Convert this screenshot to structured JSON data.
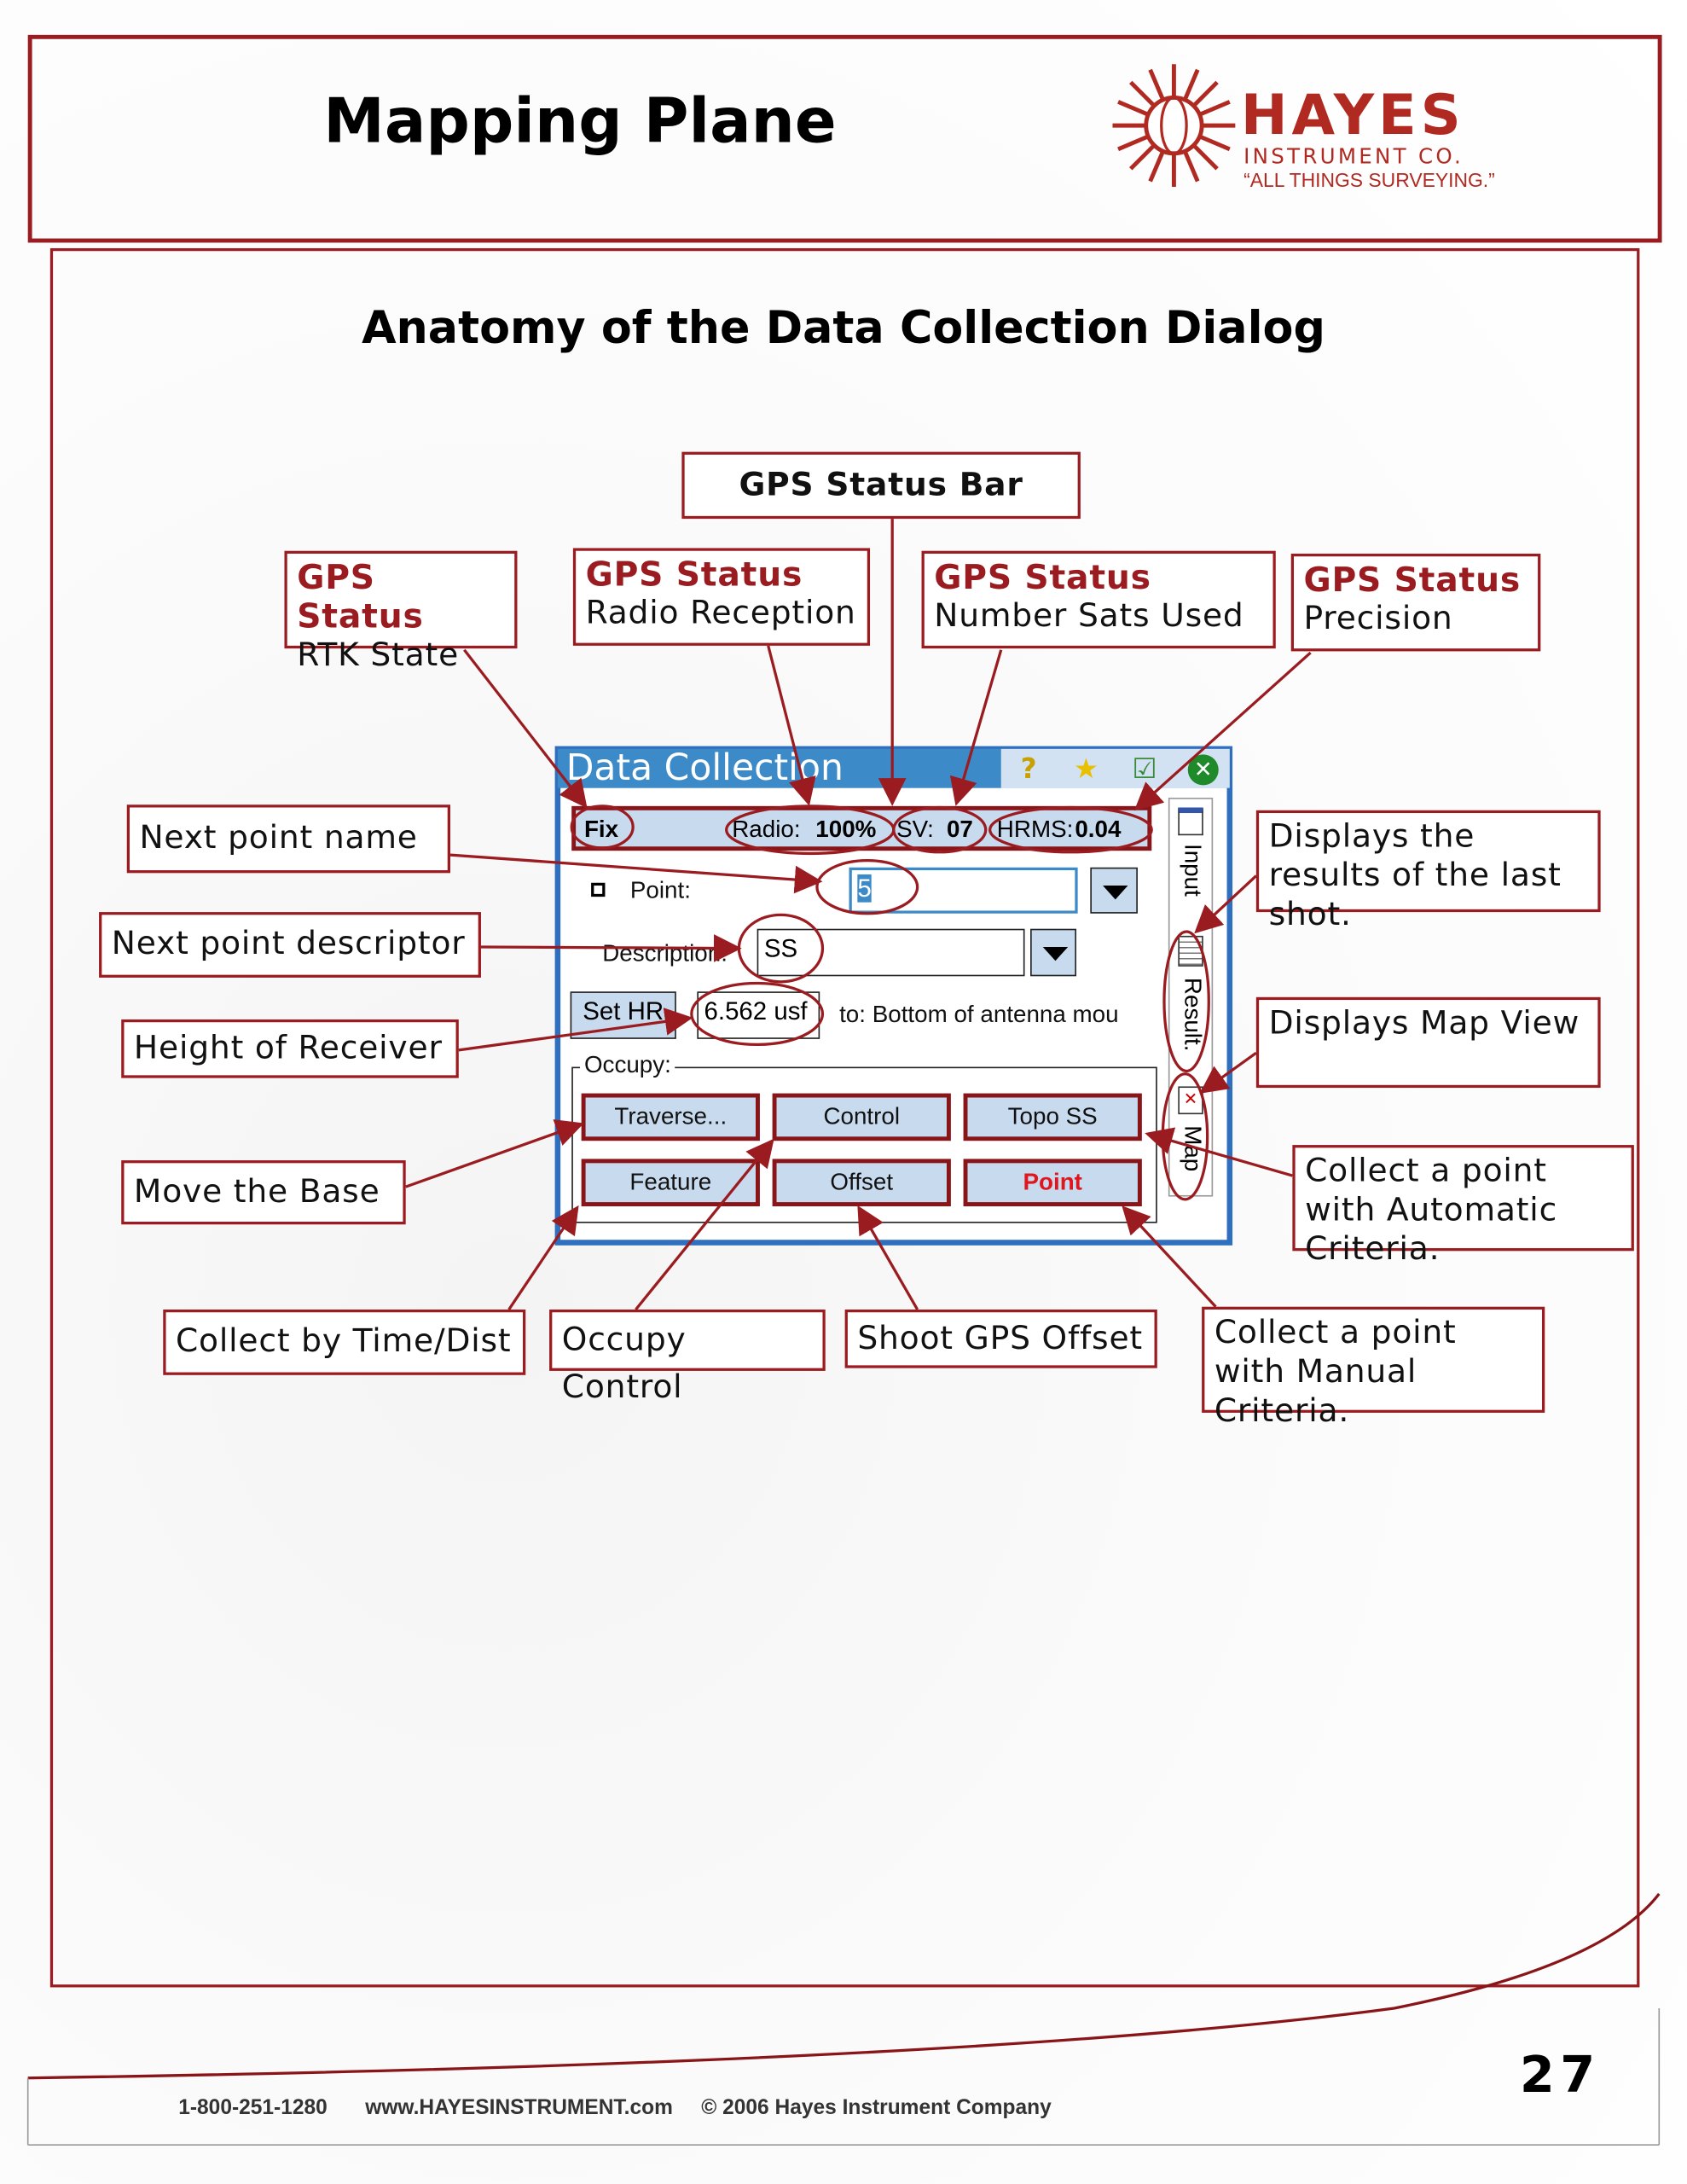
{
  "header": {
    "title": "Mapping Plane",
    "logo": {
      "name": "HAYES",
      "sub": "INSTRUMENT CO.",
      "tagline": "“ALL THINGS SURVEYING.”"
    }
  },
  "subtitle": "Anatomy of the Data Collection Dialog",
  "callouts": {
    "status_bar": "GPS Status Bar",
    "rtk": {
      "head": "GPS Status",
      "text": "RTK State"
    },
    "radio": {
      "head": "GPS Status",
      "text": "Radio Reception"
    },
    "sats": {
      "head": "GPS Status",
      "text": "Number Sats Used"
    },
    "precision": {
      "head": "GPS Status",
      "text": "Precision"
    },
    "next_name": "Next point name",
    "next_desc": "Next point descriptor",
    "height": "Height of Receiver",
    "move_base": "Move the Base",
    "time_dist": "Collect by Time/Dist",
    "occupy_control": "Occupy Control",
    "shoot_offset": "Shoot GPS Offset",
    "manual": "Collect a point with Manual Criteria.",
    "results": "Displays the results of the last shot.",
    "map_view": "Displays Map View",
    "automatic": "Collect a point with Automatic Criteria."
  },
  "dialog": {
    "title": "Data Collection",
    "status": {
      "fix": "Fix",
      "radio_label": "Radio:",
      "radio_value": "100%",
      "sv_label": "SV:",
      "sv_value": "07",
      "hrms_label": "HRMS:",
      "hrms_value": "0.04"
    },
    "point_label": "Point:",
    "point_value": "5",
    "desc_label": "Description:",
    "desc_value": "SS",
    "set_hr": "Set HR",
    "hr_value": "6.562 usf",
    "hr_to": "to: Bottom of antenna mou",
    "occupy_label": "Occupy:",
    "buttons": [
      "Traverse...",
      "Control",
      "Topo SS",
      "Feature",
      "Offset",
      "Point"
    ],
    "tabs": [
      "Input",
      "Result.",
      "Map"
    ]
  },
  "footer": {
    "phone": "1-800-251-1280",
    "web": "www.HAYESINSTRUMENT.com",
    "copyright": "© 2006 Hayes Instrument Company",
    "page": "27"
  },
  "colors": {
    "accent": "#9b1c20",
    "dialog_blue": "#3c8ac8",
    "button_fill": "#c8daee"
  }
}
